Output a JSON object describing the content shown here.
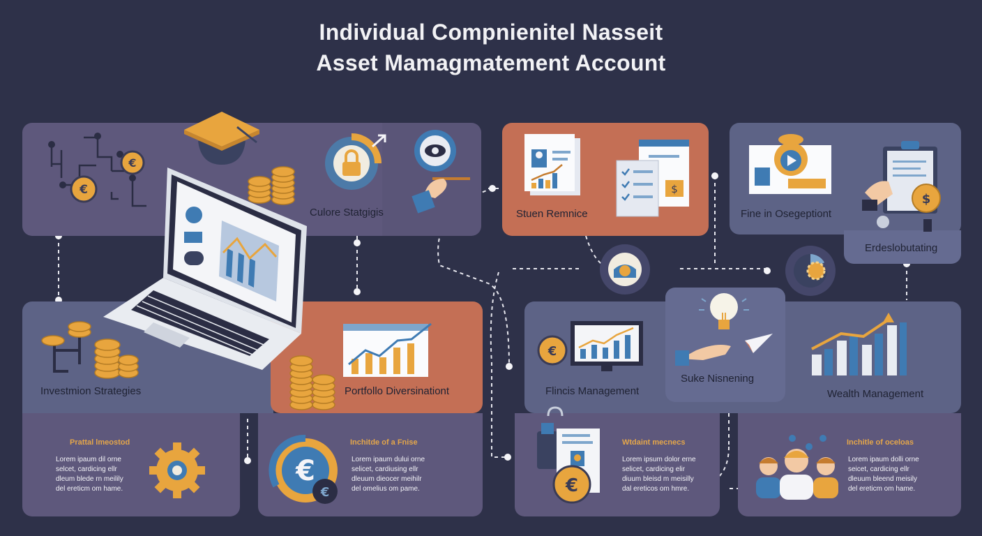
{
  "header": {
    "title_line1": "Individual Compnienitel Nasseit",
    "title_line2": "Asset Mamagmatement Account"
  },
  "top_cards": {
    "card1_label": "Culore Statgigis",
    "card2_label": "Stuen Remnice",
    "card3_label": "Fine in Osegeptiont",
    "card3_sublabel": "Erdeslobutating"
  },
  "middle_cards": {
    "investment_label": "Investmion Strategies",
    "portfolio_label": "Portfollo Diversinationt",
    "finance_label": "Flincis Management",
    "idea_label": "Suke Nisnening",
    "wealth_label": "Wealth Management"
  },
  "bottom_cards": [
    {
      "heading": "Prattal lmeostod",
      "lines": [
        "Lorem ipaum dil orne",
        "selcet, cardicing ellr",
        "dleum blede rn meilily",
        "del ereticm om hame."
      ]
    },
    {
      "heading": "Inchitde of a Fnise",
      "lines": [
        "Lorem ipaum dului orne",
        "selicet, cardiusing ellr",
        "dleuum dieocer meihilr",
        "del omelius om pame."
      ]
    },
    {
      "heading": "Wtdaint mecnecs",
      "lines": [
        "Lorem ipsum dolor erne",
        "selicet, cardicing elir",
        "diuum bleisd m meisilly",
        "dal ereticos om hmre."
      ]
    },
    {
      "heading": "Inchitle of oceloas",
      "lines": [
        "Lorem ipaum dolli orne",
        "seicet, cardicing ellr",
        "dleuum bleend meisily",
        "del ereticm om hame."
      ]
    }
  ],
  "colors": {
    "background": "#2e3149",
    "card_purple": "#5e587c",
    "card_slate": "#5d6386",
    "card_orange": "#c46f55",
    "accent_gold": "#e4a64a",
    "chart_blue": "#3f7bb3"
  },
  "icons": [
    "graduation-cap-icon",
    "laptop-icon",
    "coin-stack-icon",
    "euro-coin-icon",
    "lock-icon",
    "eye-icon",
    "document-icon",
    "chart-icon",
    "lightbulb-icon",
    "gear-icon",
    "people-icon",
    "clipboard-icon",
    "paper-plane-icon"
  ]
}
